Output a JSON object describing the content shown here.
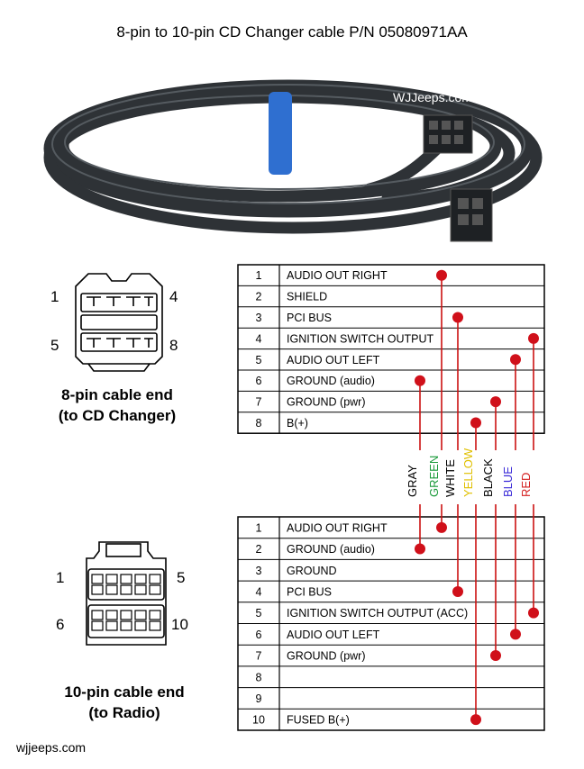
{
  "title": "8-pin to 10-pin CD Changer cable P/N 05080971AA",
  "watermark": "WJJeeps.com",
  "footer": "wjjeeps.com",
  "connector8": {
    "pin_labels": [
      "1",
      "4",
      "5",
      "8"
    ],
    "caption_line1": "8-pin cable end",
    "caption_line2": "(to CD Changer)"
  },
  "connector10": {
    "pin_labels": [
      "1",
      "5",
      "6",
      "10"
    ],
    "caption_line1": "10-pin cable end",
    "caption_line2": "(to Radio)"
  },
  "table8": {
    "rows": [
      {
        "pin": "1",
        "name": "AUDIO OUT RIGHT"
      },
      {
        "pin": "2",
        "name": "SHIELD"
      },
      {
        "pin": "3",
        "name": "PCI BUS"
      },
      {
        "pin": "4",
        "name": "IGNITION SWITCH OUTPUT"
      },
      {
        "pin": "5",
        "name": "AUDIO OUT LEFT"
      },
      {
        "pin": "6",
        "name": "GROUND (audio)"
      },
      {
        "pin": "7",
        "name": "GROUND (pwr)"
      },
      {
        "pin": "8",
        "name": "B(+)"
      }
    ]
  },
  "table10": {
    "rows": [
      {
        "pin": "1",
        "name": "AUDIO OUT RIGHT"
      },
      {
        "pin": "2",
        "name": "GROUND (audio)"
      },
      {
        "pin": "3",
        "name": "GROUND"
      },
      {
        "pin": "4",
        "name": "PCI BUS"
      },
      {
        "pin": "5",
        "name": "IGNITION SWITCH OUTPUT (ACC)"
      },
      {
        "pin": "6",
        "name": "AUDIO OUT LEFT"
      },
      {
        "pin": "7",
        "name": "GROUND (pwr)"
      },
      {
        "pin": "8",
        "name": ""
      },
      {
        "pin": "9",
        "name": ""
      },
      {
        "pin": "10",
        "name": "FUSED B(+)"
      }
    ]
  },
  "wires": [
    {
      "color_name": "GRAY",
      "label_color": "#000000",
      "pin8": 6,
      "pin10": 2
    },
    {
      "color_name": "GREEN",
      "label_color": "#1a9a3a",
      "pin8": 1,
      "pin10": 1
    },
    {
      "color_name": "WHITE",
      "label_color": "#000000",
      "pin8": 3,
      "pin10": 4
    },
    {
      "color_name": "YELLOW",
      "label_color": "#e0c000",
      "pin8": 8,
      "pin10": 10
    },
    {
      "color_name": "BLACK",
      "label_color": "#000000",
      "pin8": 7,
      "pin10": 7
    },
    {
      "color_name": "BLUE",
      "label_color": "#3a2ad8",
      "pin8": 5,
      "pin10": 6
    },
    {
      "color_name": "RED",
      "label_color": "#d42020",
      "pin8": 4,
      "pin10": 5
    }
  ],
  "colors": {
    "wire": "#cc1111",
    "dot": "#d0101a",
    "cable": "#2e3236"
  }
}
